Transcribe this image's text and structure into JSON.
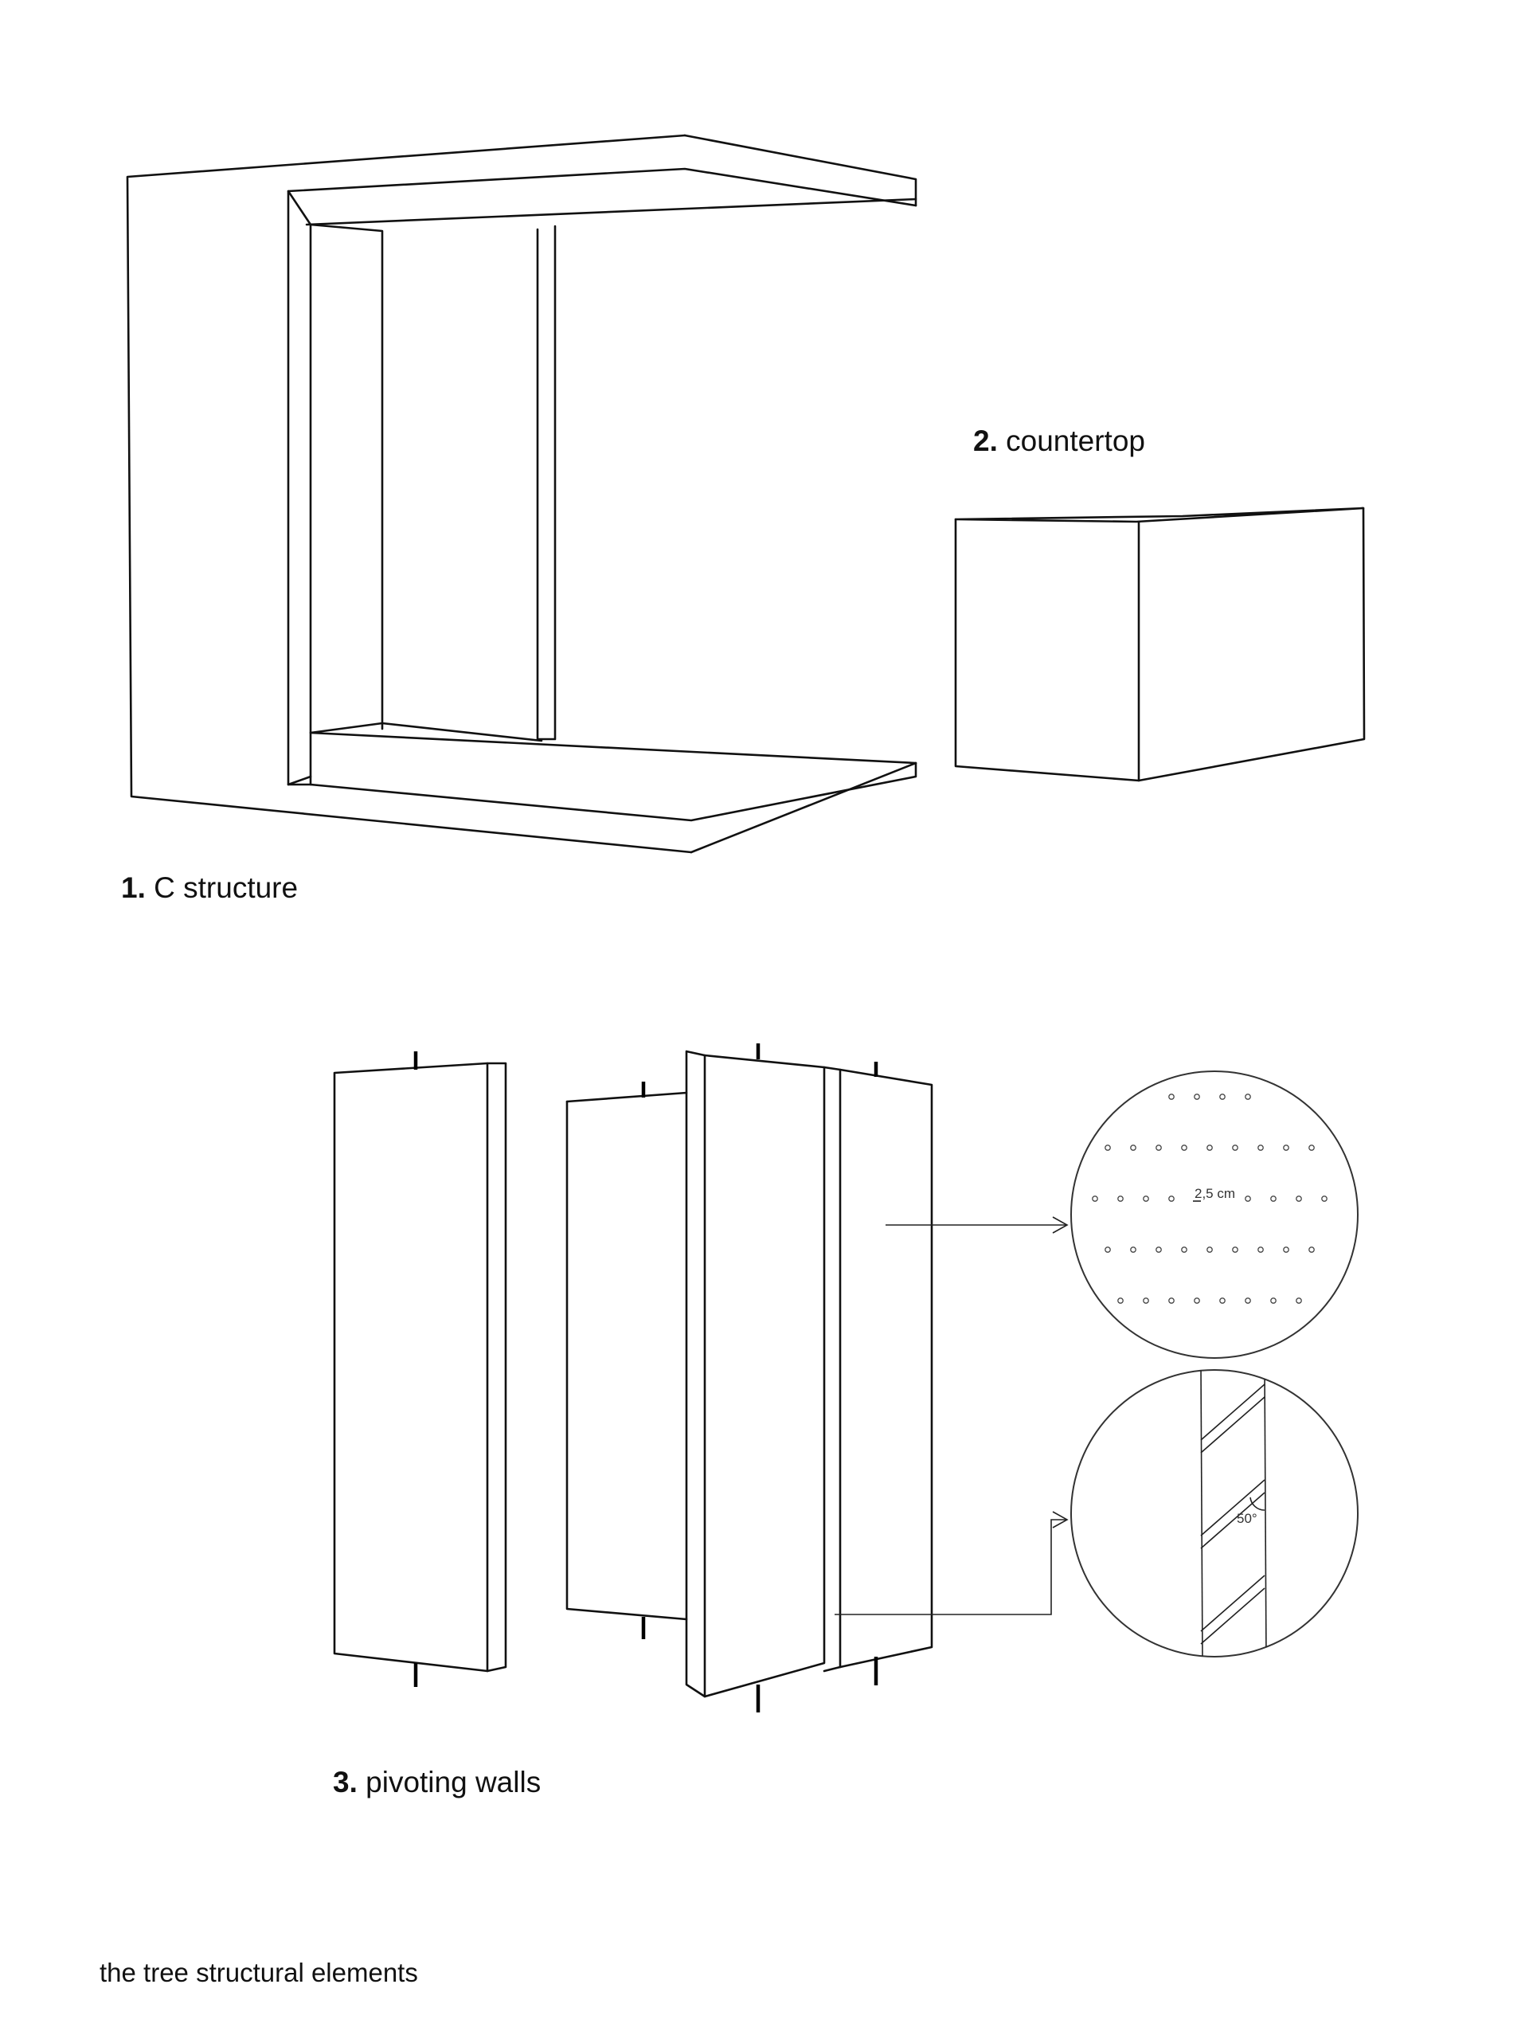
{
  "labels": {
    "c_structure": {
      "number": "1.",
      "text": "C structure"
    },
    "countertop": {
      "number": "2.",
      "text": "countertop"
    },
    "pivoting_walls": {
      "number": "3.",
      "text": "pivoting walls"
    }
  },
  "details": {
    "hole_spacing": "2,5 cm",
    "slat_angle": "50°"
  },
  "caption": "the tree structural elements"
}
